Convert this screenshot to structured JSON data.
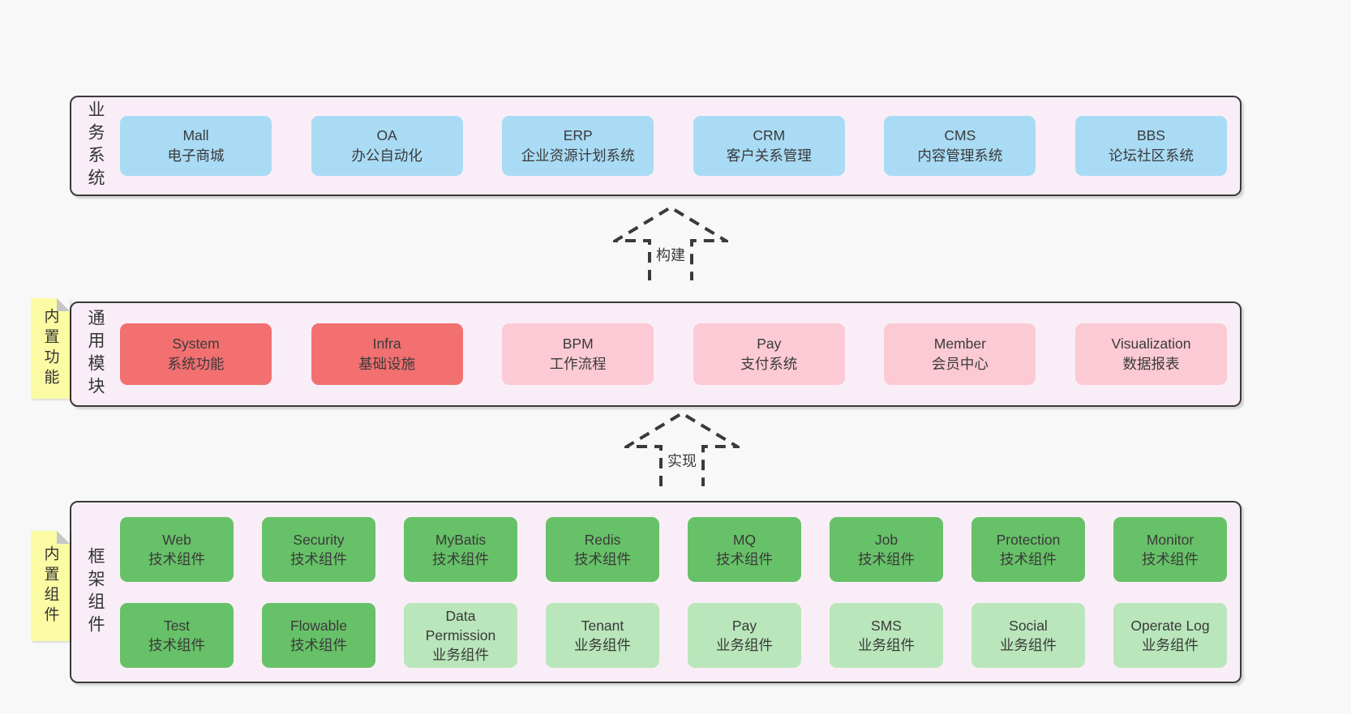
{
  "colors": {
    "page_bg": "#f8f8f8",
    "panel_bg": "#f9eef7",
    "panel_border": "#3a3a3a",
    "blue": "#a9dbf5",
    "red": "#f27070",
    "pink": "#fccad4",
    "green": "#67c168",
    "light_green": "#b9e6ba",
    "note_yellow": "#fbfba3",
    "text": "#3a3a3a"
  },
  "arrows": [
    {
      "label": "构建"
    },
    {
      "label": "实现"
    }
  ],
  "sections": [
    {
      "label": "业务系统",
      "note": null,
      "rows": [
        [
          {
            "title": "Mall",
            "subtitle": "电子商城",
            "tone": "blue"
          },
          {
            "title": "OA",
            "subtitle": "办公自动化",
            "tone": "blue"
          },
          {
            "title": "ERP",
            "subtitle": "企业资源计划系统",
            "tone": "blue"
          },
          {
            "title": "CRM",
            "subtitle": "客户关系管理",
            "tone": "blue"
          },
          {
            "title": "CMS",
            "subtitle": "内容管理系统",
            "tone": "blue"
          },
          {
            "title": "BBS",
            "subtitle": "论坛社区系统",
            "tone": "blue"
          }
        ]
      ]
    },
    {
      "label": "通用模块",
      "note": "内置功能",
      "rows": [
        [
          {
            "title": "System",
            "subtitle": "系统功能",
            "tone": "red"
          },
          {
            "title": "Infra",
            "subtitle": "基础设施",
            "tone": "red"
          },
          {
            "title": "BPM",
            "subtitle": "工作流程",
            "tone": "pink"
          },
          {
            "title": "Pay",
            "subtitle": "支付系统",
            "tone": "pink"
          },
          {
            "title": "Member",
            "subtitle": "会员中心",
            "tone": "pink"
          },
          {
            "title": "Visualization",
            "subtitle": "数据报表",
            "tone": "pink"
          }
        ]
      ]
    },
    {
      "label": "框架组件",
      "note": "内置组件",
      "rows": [
        [
          {
            "title": "Web",
            "subtitle": "技术组件",
            "tone": "green"
          },
          {
            "title": "Security",
            "subtitle": "技术组件",
            "tone": "green"
          },
          {
            "title": "MyBatis",
            "subtitle": "技术组件",
            "tone": "green"
          },
          {
            "title": "Redis",
            "subtitle": "技术组件",
            "tone": "green"
          },
          {
            "title": "MQ",
            "subtitle": "技术组件",
            "tone": "green"
          },
          {
            "title": "Job",
            "subtitle": "技术组件",
            "tone": "green"
          },
          {
            "title": "Protection",
            "subtitle": "技术组件",
            "tone": "green"
          },
          {
            "title": "Monitor",
            "subtitle": "技术组件",
            "tone": "green"
          }
        ],
        [
          {
            "title": "Test",
            "subtitle": "技术组件",
            "tone": "green"
          },
          {
            "title": "Flowable",
            "subtitle": "技术组件",
            "tone": "green"
          },
          {
            "title": "Data Permission",
            "subtitle": "业务组件",
            "tone": "light_green"
          },
          {
            "title": "Tenant",
            "subtitle": "业务组件",
            "tone": "light_green"
          },
          {
            "title": "Pay",
            "subtitle": "业务组件",
            "tone": "light_green"
          },
          {
            "title": "SMS",
            "subtitle": "业务组件",
            "tone": "light_green"
          },
          {
            "title": "Social",
            "subtitle": "业务组件",
            "tone": "light_green"
          },
          {
            "title": "Operate Log",
            "subtitle": "业务组件",
            "tone": "light_green"
          }
        ]
      ]
    }
  ]
}
